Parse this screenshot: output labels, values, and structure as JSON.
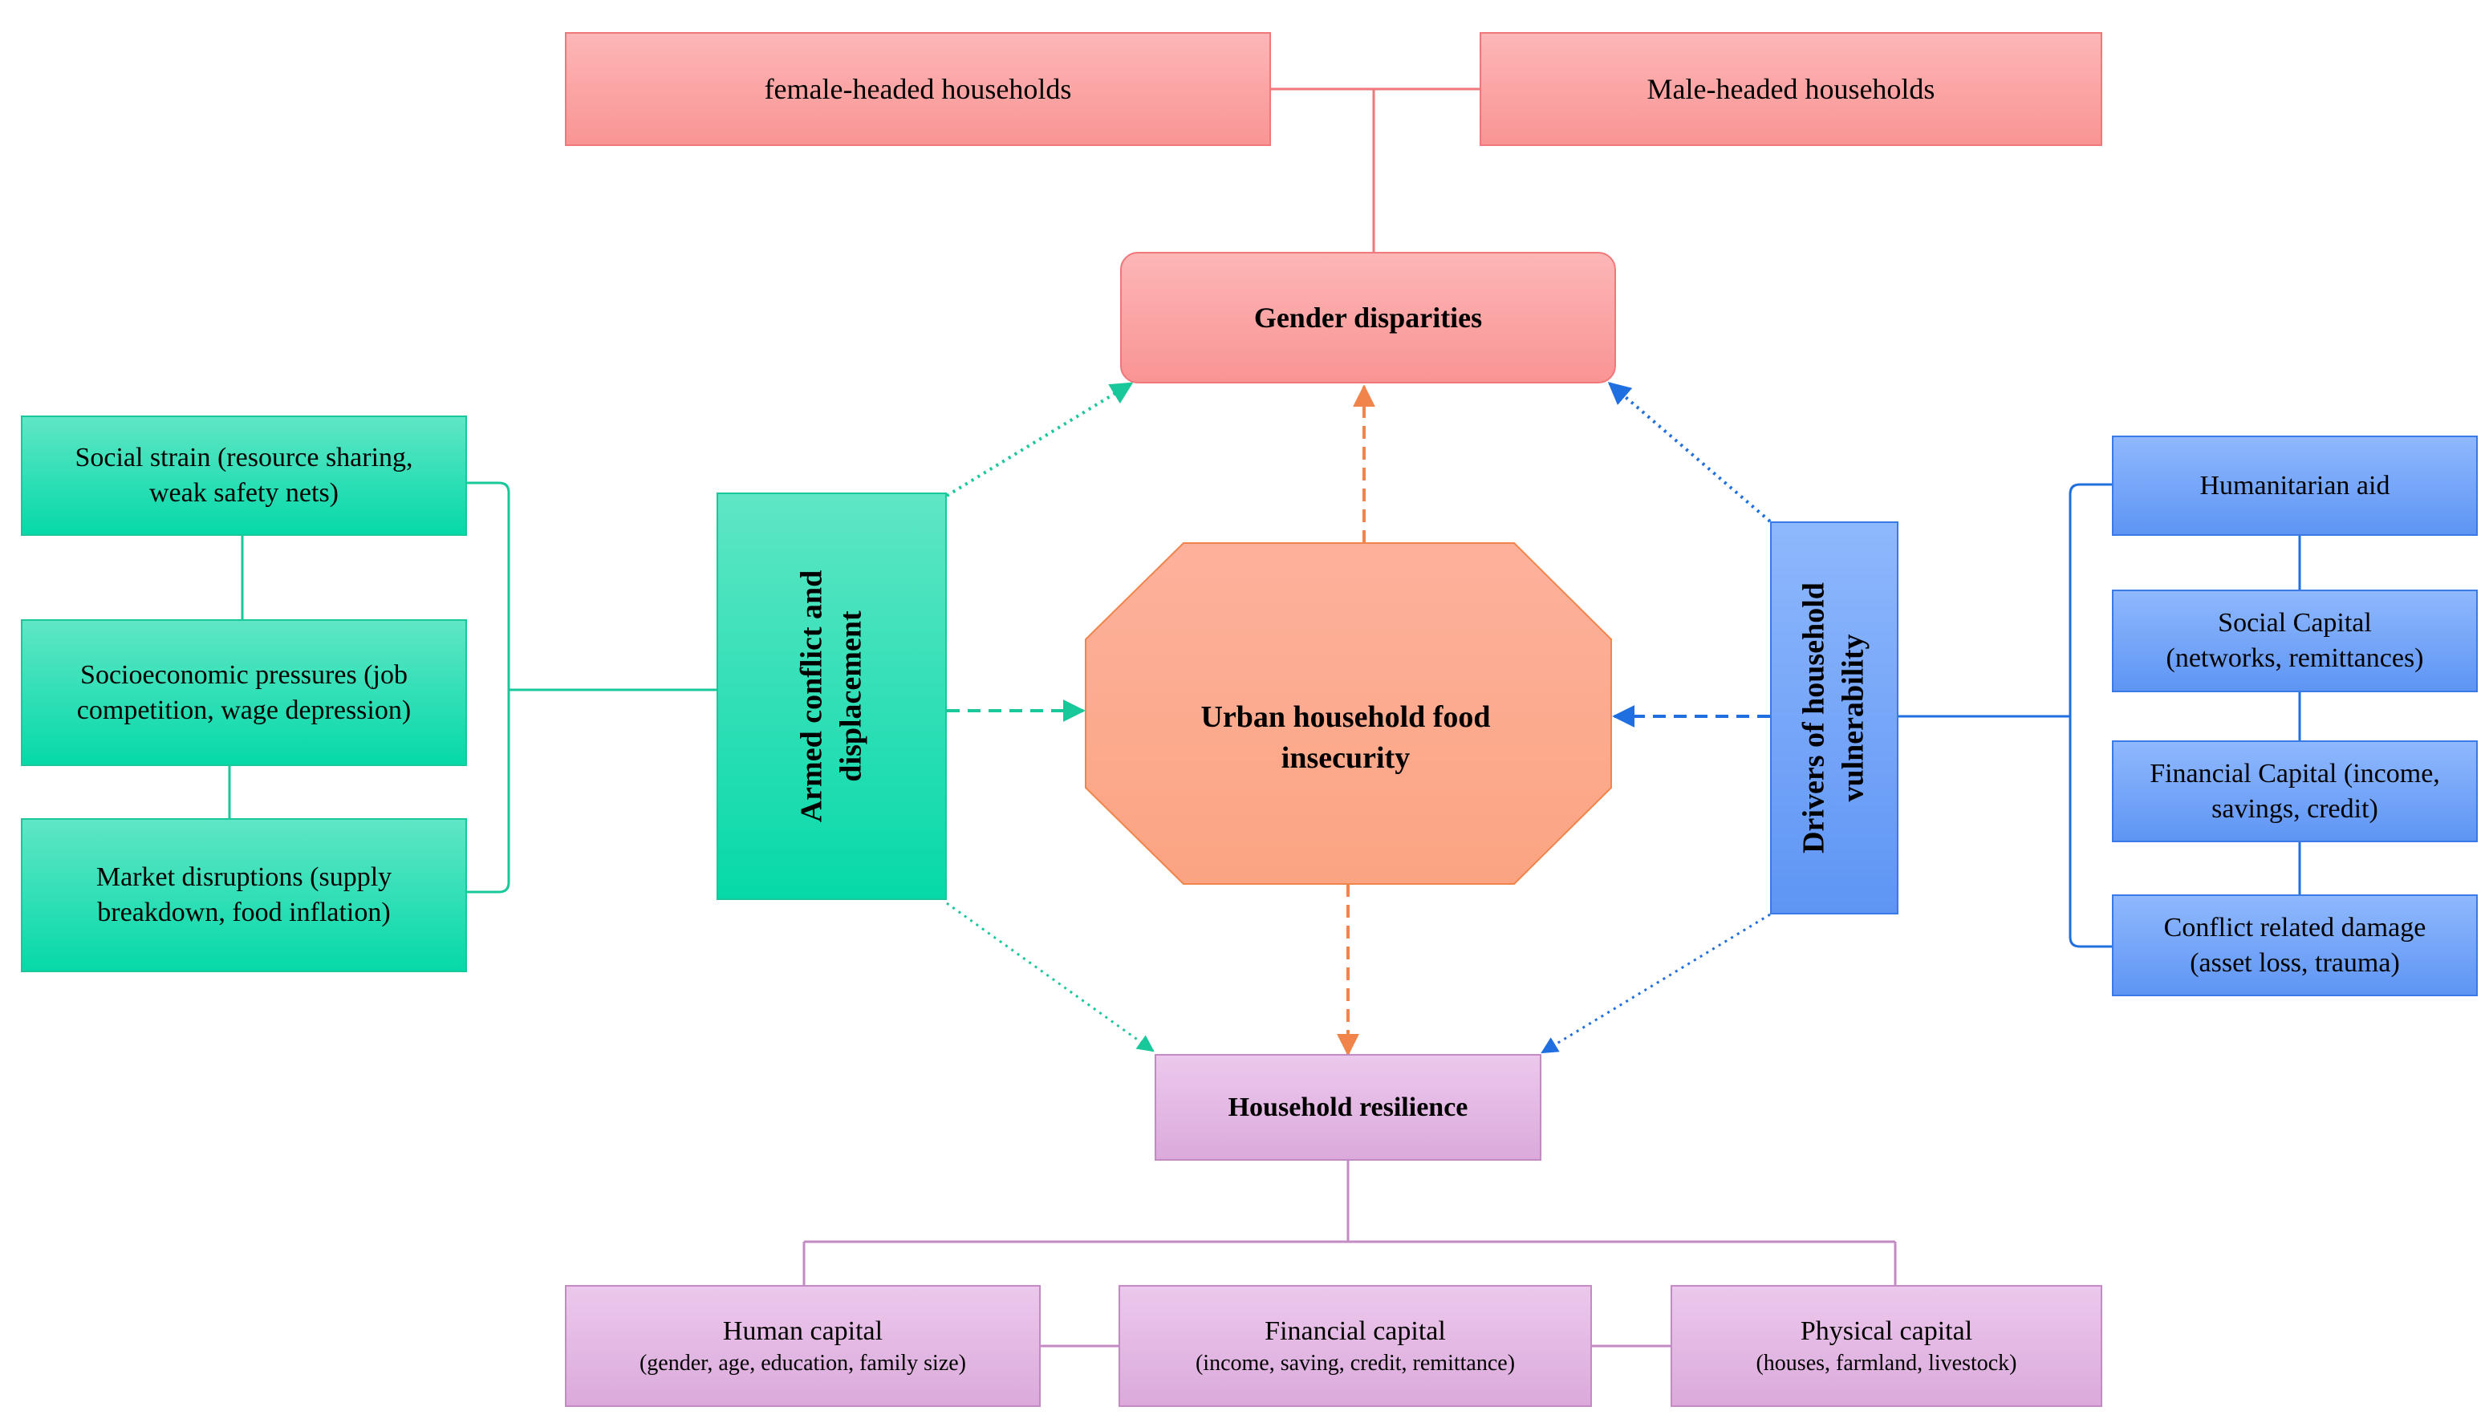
{
  "diagram": {
    "center": {
      "line1": "Urban household food",
      "line2": "insecurity"
    },
    "gender": {
      "title": "Gender disparities",
      "female": "female-headed households",
      "male": "Male-headed households"
    },
    "conflict": {
      "title_line1": "Armed conflict  and",
      "title_line2": "displacement",
      "items": [
        {
          "line1": "Social strain (resource sharing,",
          "line2": "weak safety nets)"
        },
        {
          "line1": "Socioeconomic pressures (job",
          "line2": "competition, wage depression)"
        },
        {
          "line1": "Market disruptions (supply",
          "line2": "breakdown, food inflation)"
        }
      ]
    },
    "drivers": {
      "title_line1": "Drivers of household",
      "title_line2": "vulnerability",
      "items": [
        {
          "line1": "Humanitarian aid",
          "line2": ""
        },
        {
          "line1": "Social Capital",
          "line2": "(networks, remittances)"
        },
        {
          "line1": "Financial Capital (income,",
          "line2": "savings, credit)"
        },
        {
          "line1": "Conflict related damage",
          "line2": "(asset loss, trauma)"
        }
      ]
    },
    "resilience": {
      "title": "Household resilience",
      "items": [
        {
          "title": "Human capital",
          "detail": "(gender, age, education, family size)"
        },
        {
          "title": "Financial capital",
          "detail": "(income, saving, credit, remittance)"
        },
        {
          "title": "Physical capital",
          "detail": "(houses, farmland, livestock)"
        }
      ]
    },
    "colors": {
      "red": "#f0777a",
      "green": "#18c79a",
      "blue": "#3a7ae8",
      "purple": "#c48ac4",
      "orange": "#f0844a"
    }
  }
}
